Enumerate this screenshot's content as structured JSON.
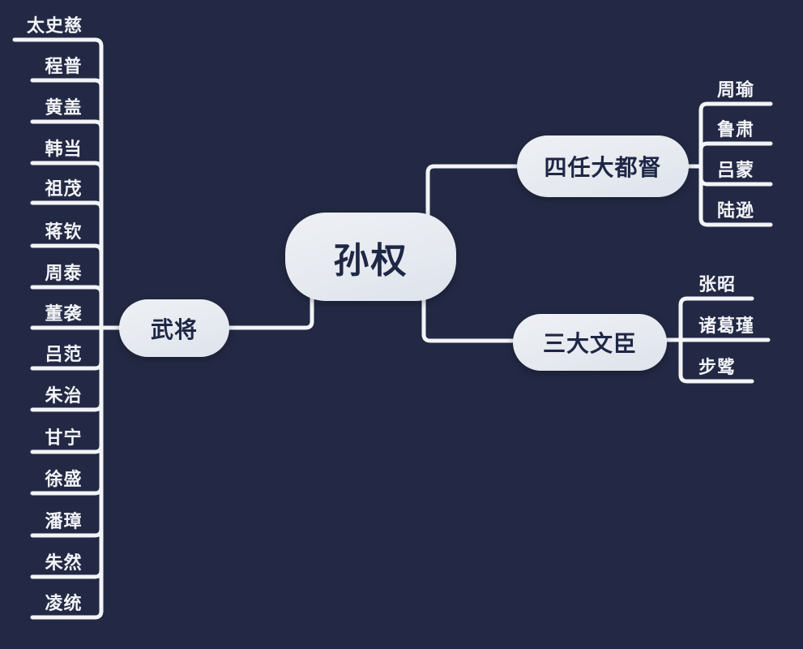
{
  "root": {
    "label": "孙权"
  },
  "branches": [
    {
      "label": "武将",
      "children": [
        "太史慈",
        "程普",
        "黄盖",
        "韩当",
        "祖茂",
        "蒋钦",
        "周泰",
        "董袭",
        "吕范",
        "朱治",
        "甘宁",
        "徐盛",
        "潘璋",
        "朱然",
        "凌统"
      ]
    },
    {
      "label": "四任大都督",
      "children": [
        "周瑜",
        "鲁肃",
        "吕蒙",
        "陆逊"
      ]
    },
    {
      "label": "三大文臣",
      "children": [
        "张昭",
        "诸葛瑾",
        "步骘"
      ]
    }
  ],
  "colors": {
    "background": "#232944",
    "node_fill": "#e8ebf0",
    "node_text": "#1f2746",
    "line": "#f2f4f7",
    "leaf_text": "#f2f4f8"
  }
}
